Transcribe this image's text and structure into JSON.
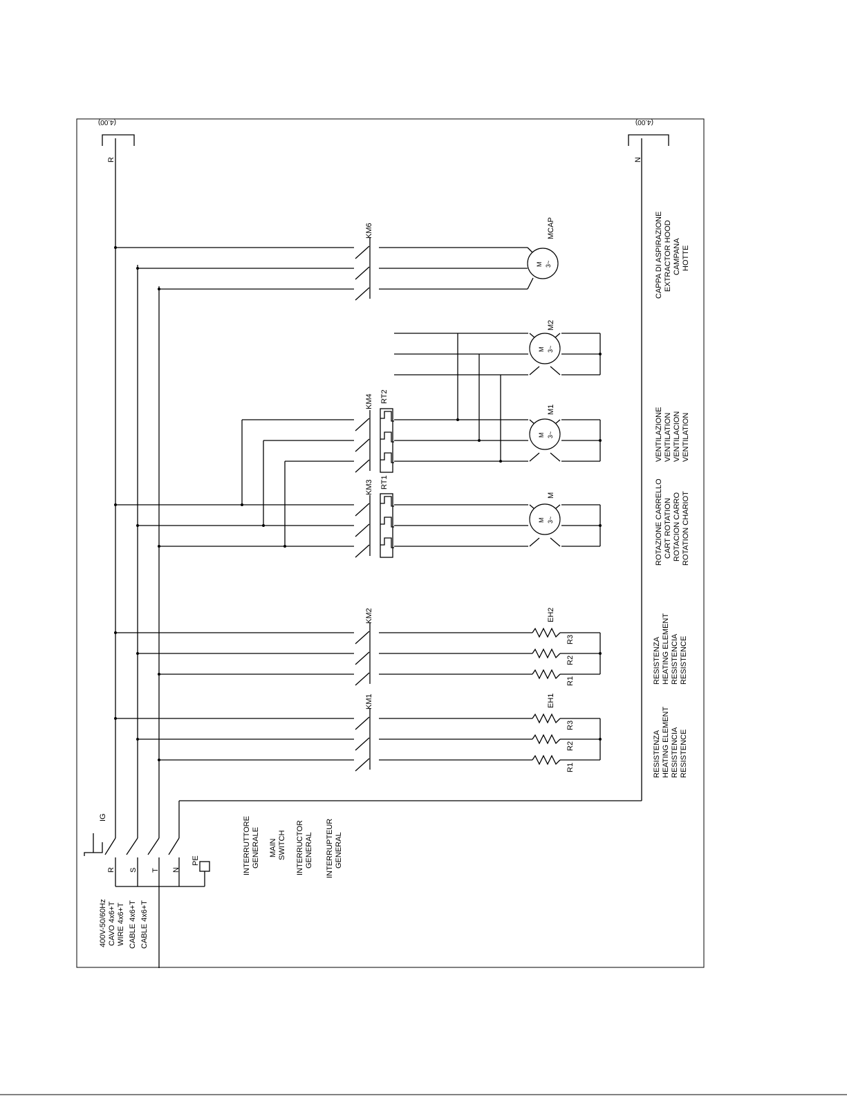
{
  "supply": {
    "lines": [
      "400V-50/60Hz",
      "CAVO 4x6+T",
      "WIRE 4x6+T",
      "CABLE 4x6+T",
      "CABLE 4x6+T"
    ],
    "phases": [
      "R",
      "S",
      "T",
      "N",
      "PE"
    ]
  },
  "main_switch": {
    "tag": "IG",
    "labels": [
      [
        "INTERRUTTORE",
        "GENERALE"
      ],
      [
        "MAIN",
        "SWITCH"
      ],
      [
        "INTERRUCTOR",
        "GENERAL"
      ],
      [
        "INTERRUPTEUR",
        "GENERAL"
      ]
    ]
  },
  "references": {
    "left_phase": "R",
    "right_phase": "N",
    "left_ref": "(4.00)",
    "right_ref": "(4.00)"
  },
  "contactors": {
    "km1": "KM1",
    "km2": "KM2",
    "km3": "KM3",
    "km4": "KM4",
    "km6": "KM6"
  },
  "relays": {
    "rt1": "RT1",
    "rt2": "RT2"
  },
  "heaters": {
    "eh1": "EH1",
    "eh2": "EH2",
    "r1": "R1",
    "r2": "R2",
    "r3": "R3"
  },
  "motors": {
    "m_tag": "M",
    "m1_tag": "M1",
    "m2_tag": "M2",
    "mcap_tag": "MCAP",
    "symbol_top": "M",
    "symbol_bottom": "3~"
  },
  "groups": {
    "heating1": [
      "RESISTENZA",
      "HEATING ELEMENT",
      "RESISTENCIA",
      "RESISTENCE"
    ],
    "heating2": [
      "RESISTENZA",
      "HEATING ELEMENT",
      "RESISTENCIA",
      "RESISTENCE"
    ],
    "rotation": [
      "ROTAZIONE CARRELLO",
      "CART ROTATION",
      "ROTACION CARRO",
      "ROTATION CHARIOT"
    ],
    "ventilation": [
      "VENTILAZIONE",
      "VENTILATION",
      "VENTILACION",
      "VENTILATION"
    ],
    "hood": [
      "CAPPA DI ASPIRAZIONE",
      "EXTRACTOR HOOD",
      "CAMPANA",
      "HOTTE"
    ]
  }
}
